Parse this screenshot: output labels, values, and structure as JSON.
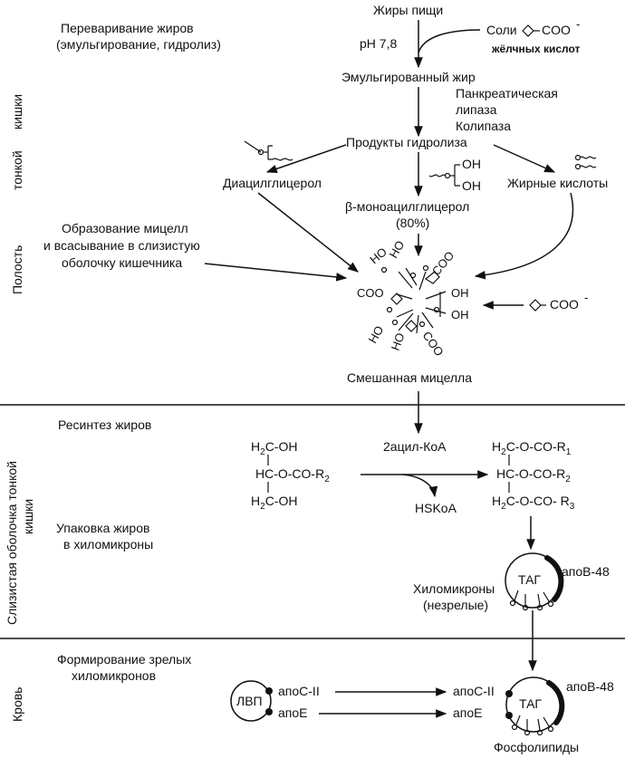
{
  "sections": {
    "lumen": "Полость тонкой кишки",
    "lumen_parts": [
      "Полость",
      "тонкой",
      "кишки"
    ],
    "mucosa_line1": "Слизистая оболочка тонкой",
    "mucosa_line2": "кишки",
    "blood": "Кровь"
  },
  "headings": {
    "digestion_line1": "Переваривание жиров",
    "digestion_line2": "(эмульгирование, гидролиз)",
    "micelle_line1": "Образование мицелл",
    "micelle_line2": "и всасывание в слизистую",
    "micelle_line3": "оболочку кишечника",
    "resynthesis": "Ресинтез жиров",
    "packaging_line1": "Упаковка жиров",
    "packaging_line2": "в хиломикроны",
    "mature_line1": "Формирование зрелых",
    "mature_line2": "хиломикронов"
  },
  "nodes": {
    "dietary_fat": "Жиры пищи",
    "bile_salts_prefix": "Соли",
    "coo": "COO",
    "charge": "-",
    "bile_acids": "жёлчных кислот",
    "ph": "pH 7,8",
    "emulsified_fat": "Эмульгированный жир",
    "enzyme1": "Панкреатическая",
    "enzyme2": "липаза",
    "enzyme3": "Колипаза",
    "hydrolysis_products": "Продукты гидролиза",
    "diacylglycerol": "Диацилглицерол",
    "oh": "OH",
    "monoacylglycerol": "β-моноацилглицерол",
    "monoacylglycerol_pct": "(80%)",
    "fatty_acids": "Жирные кислоты",
    "mixed_micelle": "Смешанная мицелла",
    "ho": "HO"
  },
  "resynthesis": {
    "left_top": "H",
    "left_top_sub": "2",
    "left_top_rest": "C-OH",
    "left_mid": "HC-O-CO-R",
    "left_mid_sub": "2",
    "left_bot": "H",
    "left_bot_sub": "2",
    "left_bot_rest": "C-OH",
    "acyl_coa": "2ацил-КоА",
    "hskoa": "HSKoA",
    "right_top": "H",
    "right_top_sub": "2",
    "right_top_rest": "C-O-CO-R",
    "right_top_sub2": "1",
    "right_mid": "HC-O-CO-R",
    "right_mid_sub": "2",
    "right_bot": "H",
    "right_bot_sub": "2",
    "right_bot_rest": "C-O-CO- R",
    "right_bot_sub2": "3"
  },
  "chylomicron": {
    "tag": "ТАГ",
    "apob48": "апоB-48",
    "label1": "Хиломикроны",
    "label2": "(незрелые)"
  },
  "blood": {
    "hdl": "ЛВП",
    "apoc2": "апоC-II",
    "apoe": "апоE",
    "tag": "ТАГ",
    "apob48": "апоB-48",
    "phospholipids": "Фосфолипиды"
  }
}
